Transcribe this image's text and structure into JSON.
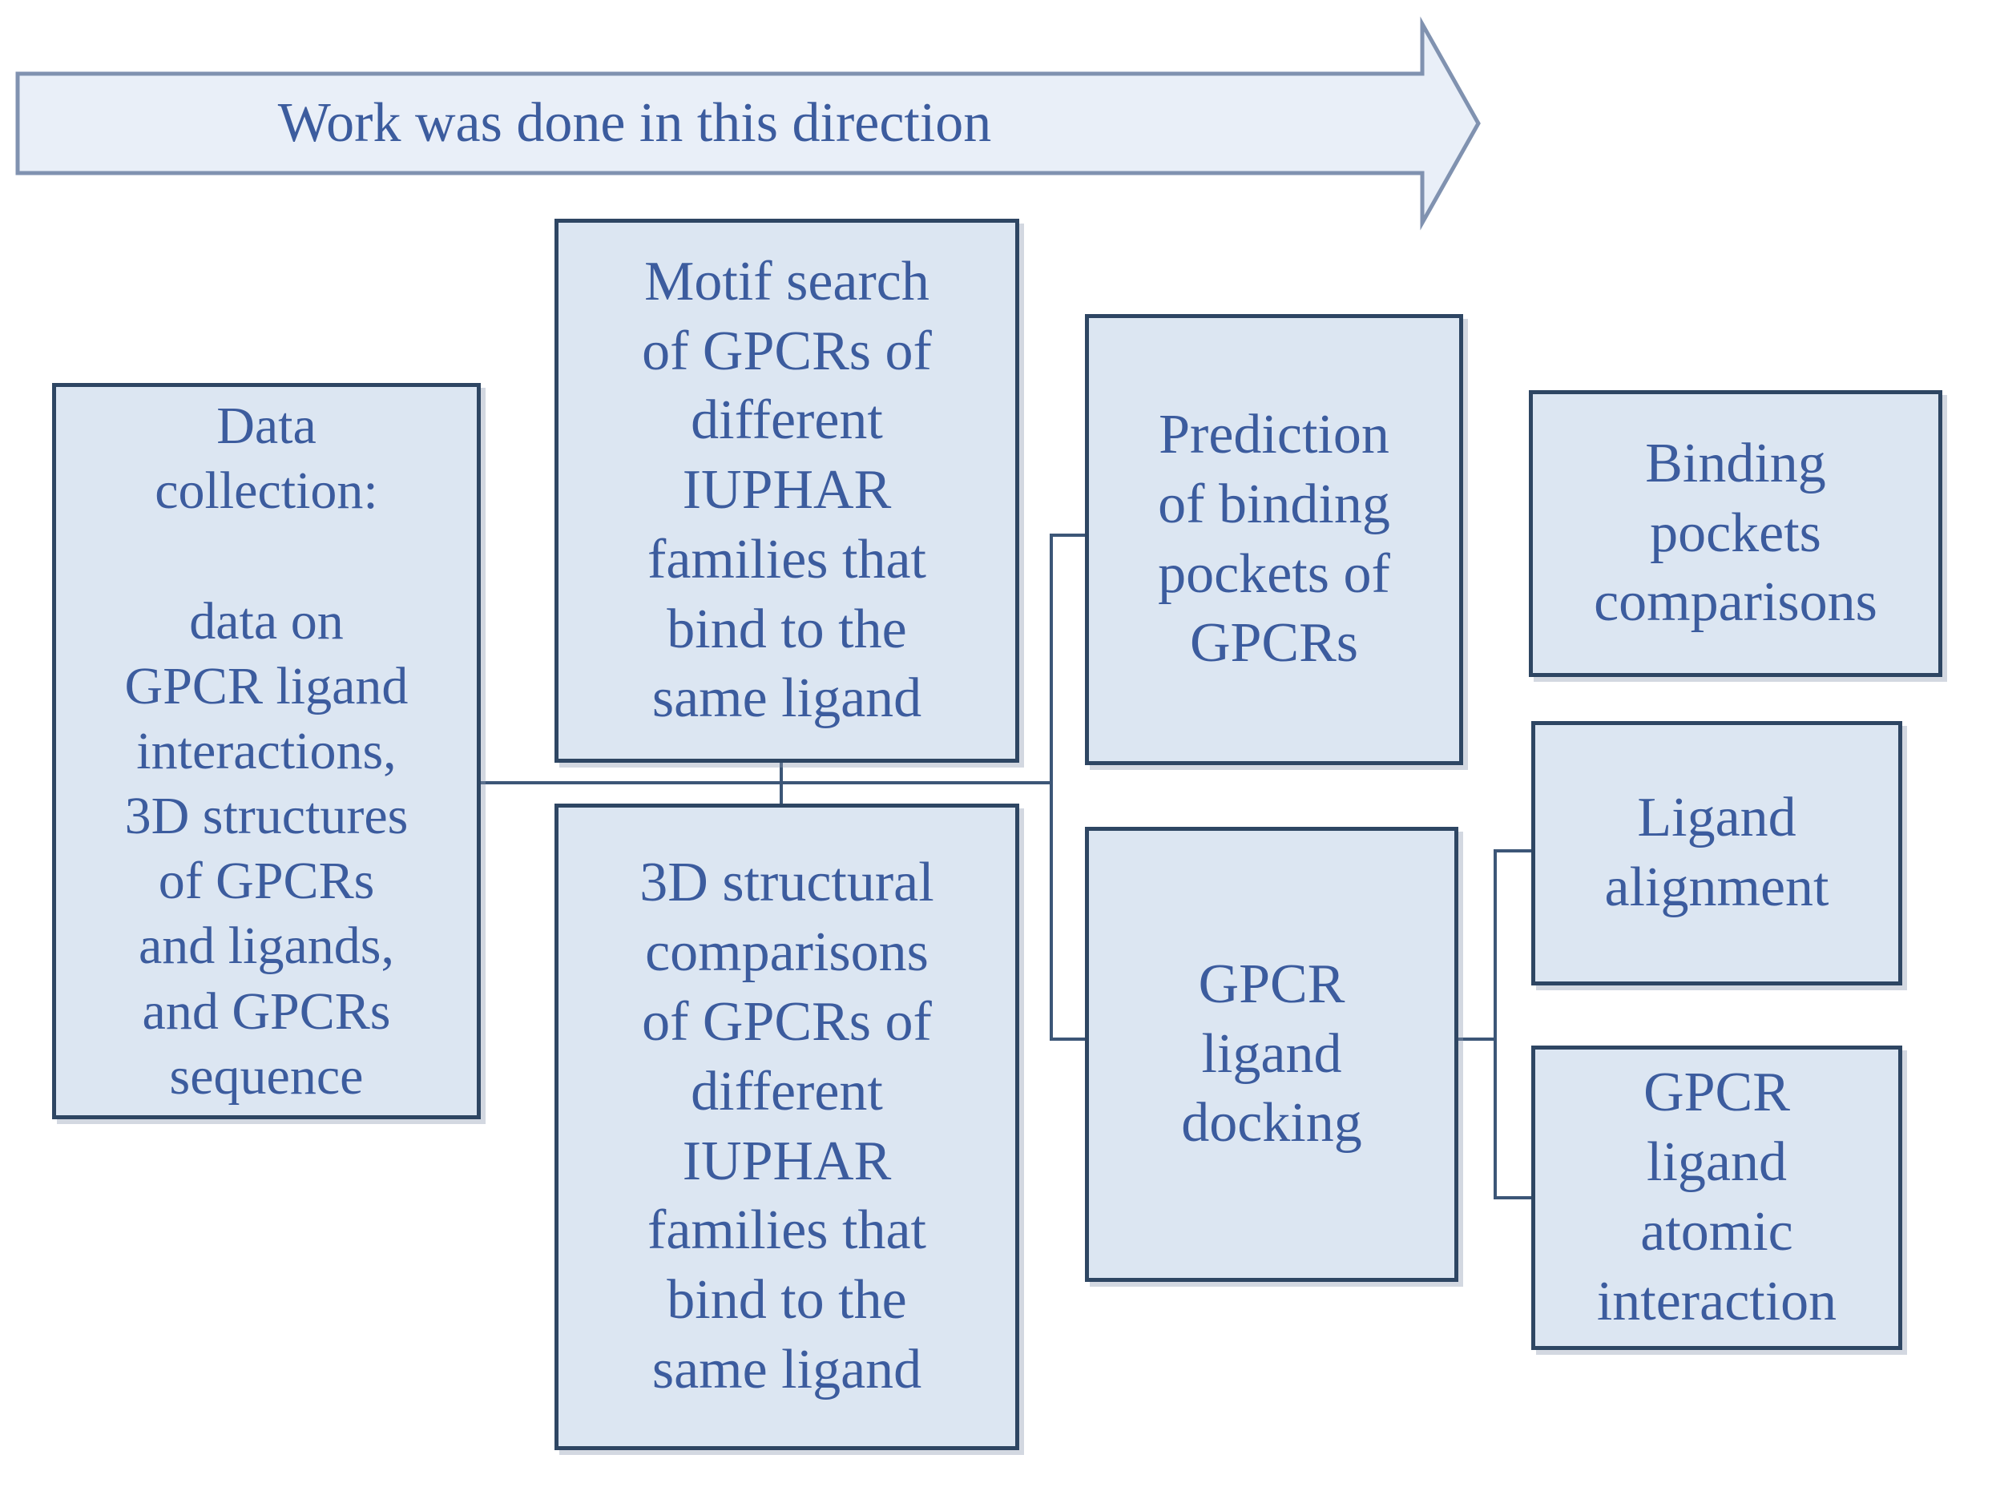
{
  "figure": {
    "type": "flowchart",
    "description": "Workflow diagram of GPCR ligand analysis pipeline"
  },
  "arrow": {
    "label": "Work was done in this direction"
  },
  "boxes": {
    "data_collection": {
      "text": "Data\ncollection:\n\ndata on\nGPCR ligand\ninteractions,\n3D structures\nof GPCRs\nand ligands,\nand GPCRs\nsequence"
    },
    "motif_search": {
      "text": "Motif search\nof GPCRs of\ndifferent\nIUPHAR\nfamilies that\nbind to the\nsame ligand"
    },
    "structural_comparisons": {
      "text": "3D structural\ncomparisons\nof GPCRs of\ndifferent\nIUPHAR\nfamilies that\nbind to the\nsame ligand"
    },
    "binding_pocket_prediction": {
      "text": "Prediction\nof binding\npockets of\nGPCRs"
    },
    "ligand_docking": {
      "text": "GPCR\nligand\ndocking"
    },
    "binding_pockets_comparisons": {
      "text": "Binding\npockets\ncomparisons"
    },
    "ligand_alignment": {
      "text": "Ligand\nalignment"
    },
    "atomic_interaction": {
      "text": "GPCR\nligand\natomic\ninteraction"
    }
  },
  "colors": {
    "box-fill": "#dce6f2",
    "box-border": "#2e4663",
    "arrow-fill": "#e9eff8",
    "arrow-stroke": "#8092b0",
    "line": "#3c5677",
    "text": "#3c5c9e",
    "bg": "#ffffff"
  }
}
